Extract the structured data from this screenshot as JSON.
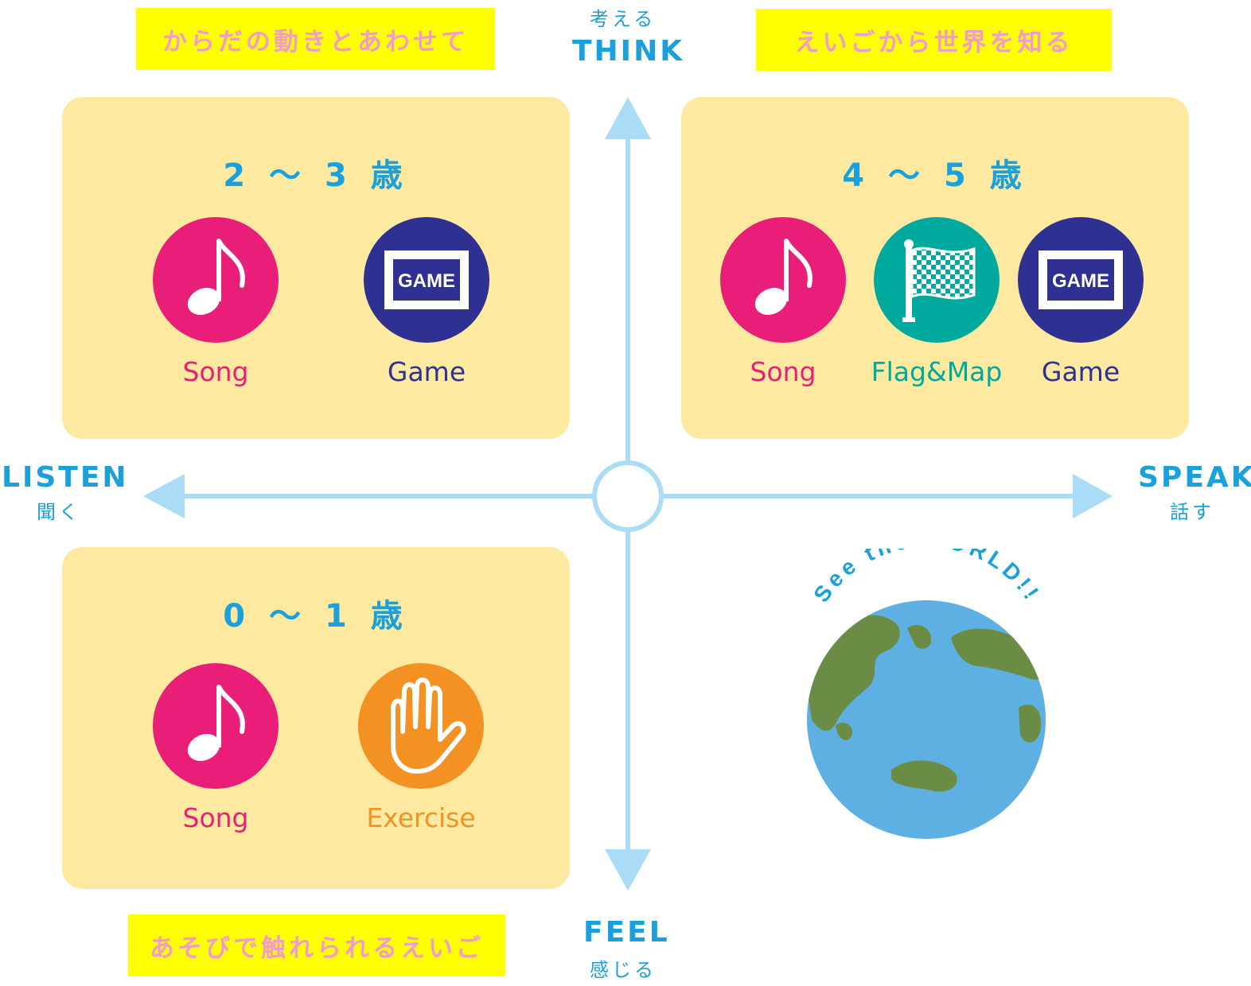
{
  "axes": {
    "top": {
      "en": "THINK",
      "jp": "考える"
    },
    "bottom": {
      "en": "FEEL",
      "jp": "感じる"
    },
    "left": {
      "en": "LISTEN",
      "jp": "聞く"
    },
    "right": {
      "en": "SPEAK",
      "jp": "話す"
    }
  },
  "banners": {
    "top_left": "からだの動きとあわせて",
    "top_right": "えいごから世界を知る",
    "bottom_left": "あそびで触れられるえいご"
  },
  "panels": {
    "top_left": {
      "age": "2 〜 3 歳",
      "items": [
        {
          "label": "Song",
          "icon": "music-note-icon",
          "color": "#e91e78"
        },
        {
          "label": "Game",
          "icon": "game-icon",
          "color": "#2e3192"
        }
      ]
    },
    "top_right": {
      "age": "4 〜 5 歳",
      "items": [
        {
          "label": "Song",
          "icon": "music-note-icon",
          "color": "#e91e78"
        },
        {
          "label": "Flag&Map",
          "icon": "checkered-flag-icon",
          "color": "#00a99d"
        },
        {
          "label": "Game",
          "icon": "game-icon",
          "color": "#2e3192"
        }
      ]
    },
    "bottom_left": {
      "age": "0 〜 1 歳",
      "items": [
        {
          "label": "Song",
          "icon": "music-note-icon",
          "color": "#e91e78"
        },
        {
          "label": "Exercise",
          "icon": "hand-icon",
          "color": "#f39222"
        }
      ]
    }
  },
  "game_icon_text": "GAME",
  "globe": {
    "caption": "See the WORLD!!",
    "icon": "globe-icon"
  },
  "colors": {
    "panel": "#fde9a0",
    "banner": "#ffff00",
    "banner_text": "#f29bd0",
    "axis": "#aadcf7",
    "axis_text": "#1aa0dc",
    "song": "#e91e78",
    "game": "#2e3192",
    "flag": "#00a99d",
    "exercise": "#f39222",
    "ocean": "#5fb0e2",
    "land": "#6b8c45"
  }
}
